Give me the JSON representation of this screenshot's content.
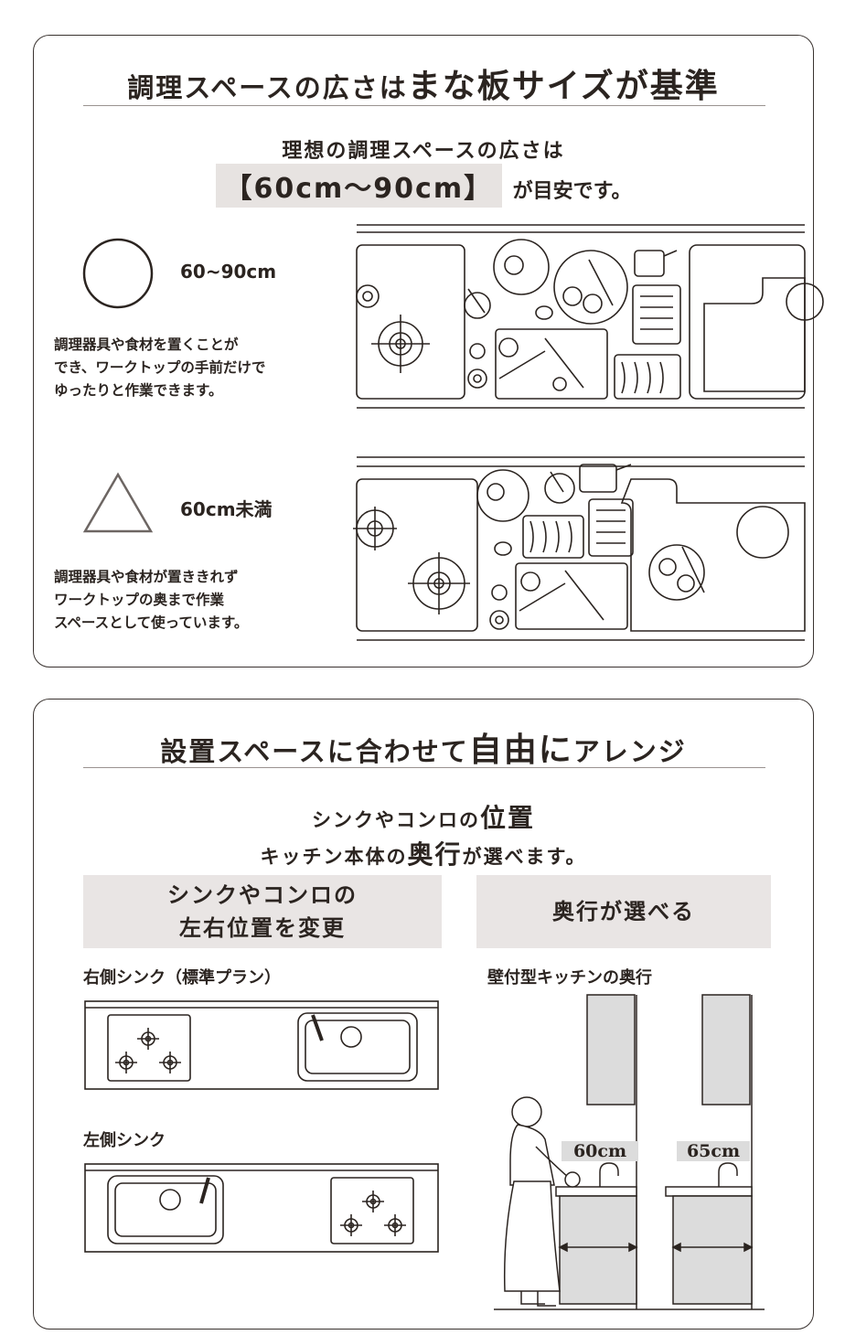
{
  "section1": {
    "title_normal": "調理スペースの広さは",
    "title_bold": "まな板サイズが基準",
    "lead": "理想の調理スペースの広さは",
    "highlight": "【60cm〜90cm】",
    "highlight_suffix": "が目安です。",
    "good": {
      "mark": "circle-mark",
      "size_label": "60~90cm",
      "description": "調理器具や食材を置くことが\nでき、ワークトップの手前だけで\nゆったりと作業できます。"
    },
    "fair": {
      "mark": "triangle-mark",
      "size_label": "60cm未満",
      "description": "調理器具や食材が置ききれず\nワークトップの奥まで作業\nスペースとして使っています。"
    }
  },
  "section2": {
    "title_normal_1": "設置スペースに合わせて",
    "title_bold": "自由に",
    "title_normal_2": "アレンジ",
    "lead_line1_prefix": "シンクやコンロの",
    "lead_line1_bold": "位置",
    "lead_line2_prefix": "キッチン本体の",
    "lead_line2_bold": "奥行",
    "lead_line2_suffix": "が選べます。",
    "left_box": "シンクやコンロの\n左右位置を変更",
    "right_box": "奥行が選べる",
    "right_sink_label": "右側シンク（標準プラン）",
    "left_sink_label": "左側シンク",
    "depth_label": "壁付型キッチンの奥行",
    "depth_a": "60cm",
    "depth_b": "65cm"
  },
  "colors": {
    "text": "#2b2420",
    "highlight_bg": "#e7e3e1",
    "cabinet": "#dcdcdc",
    "line": "#3a3330"
  }
}
